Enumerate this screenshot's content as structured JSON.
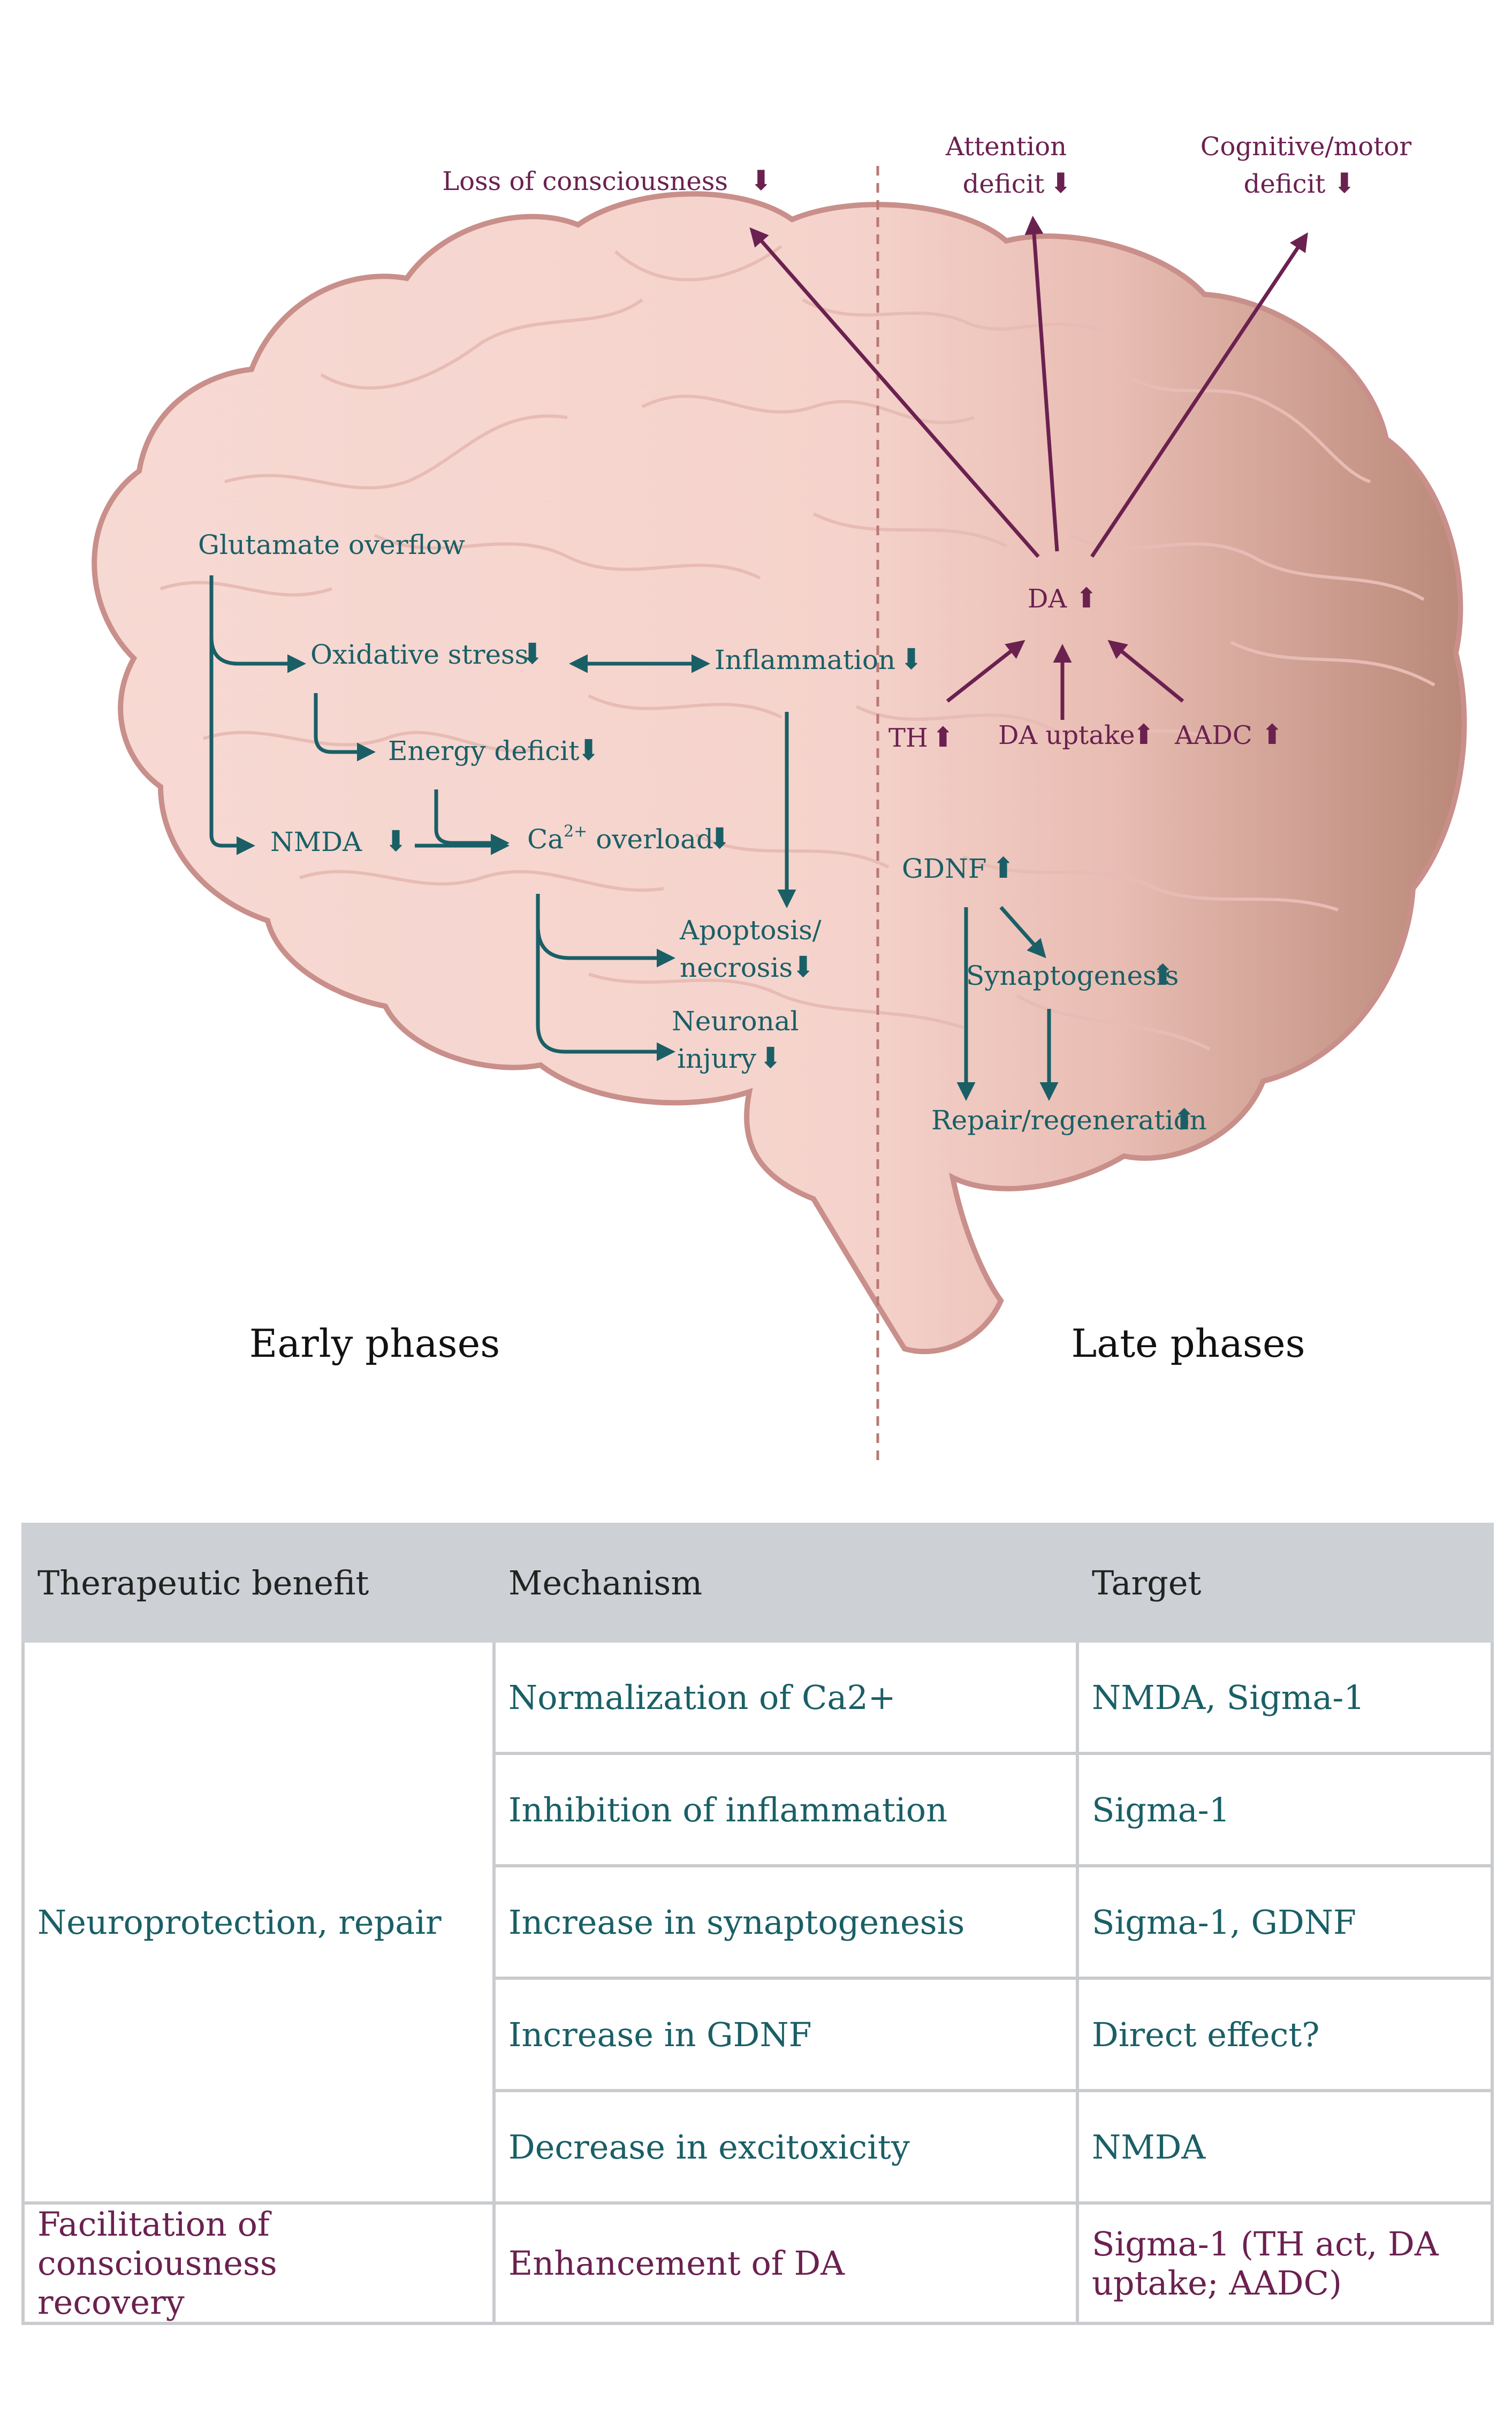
{
  "colors": {
    "teal": "#1a5f66",
    "plum": "#6b2150",
    "brain_fill": "#f5d5d0",
    "brain_outline": "#c98f8a",
    "header_bg": "#cdd0d4"
  },
  "diagram": {
    "outcomes": {
      "loss_of_consciousness": "Loss of consciousness",
      "attention_line1": "Attention",
      "attention_line2": "deficit",
      "cognitive_line1": "Cognitive/motor",
      "cognitive_line2": "deficit"
    },
    "early": {
      "glutamate": "Glutamate overflow",
      "oxidative": "Oxidative stress",
      "inflammation": "Inflammation",
      "energy": "Energy deficit",
      "nmda": "NMDA",
      "ca_base": "Ca",
      "ca_sup": "2+",
      "ca_rest": " overload",
      "apoptosis_line1": "Apoptosis/",
      "apoptosis_line2": "necrosis",
      "neuronal_line1": "Neuronal",
      "neuronal_line2": "injury"
    },
    "late": {
      "da": "DA",
      "th": "TH",
      "da_uptake": "DA uptake",
      "aadc": "AADC",
      "gdnf": "GDNF",
      "synaptogenesis": "Synaptogenesis",
      "repair": "Repair/regeneration"
    },
    "phases": {
      "early": "Early phases",
      "late": "Late phases"
    }
  },
  "table": {
    "headers": [
      "Therapeutic benefit",
      "Mechanism",
      "Target"
    ],
    "groups": [
      {
        "benefit": "Neuroprotection, repair",
        "rows": [
          {
            "mechanism": "Normalization of Ca2+",
            "target": "NMDA, Sigma-1"
          },
          {
            "mechanism": "Inhibition of inflammation",
            "target": "Sigma-1"
          },
          {
            "mechanism": "Increase in synaptogenesis",
            "target": "Sigma-1, GDNF"
          },
          {
            "mechanism": "Increase in GDNF",
            "target": "Direct effect?"
          },
          {
            "mechanism": "Decrease in excitoxicity",
            "target": "NMDA"
          }
        ]
      },
      {
        "benefit_line1": "Facilitation of consciousness",
        "benefit_line2": "recovery",
        "rows": [
          {
            "mechanism": "Enhancement of DA",
            "target_line1": "Sigma-1 (TH act, DA",
            "target_line2": "uptake; AADC)"
          }
        ]
      }
    ]
  }
}
